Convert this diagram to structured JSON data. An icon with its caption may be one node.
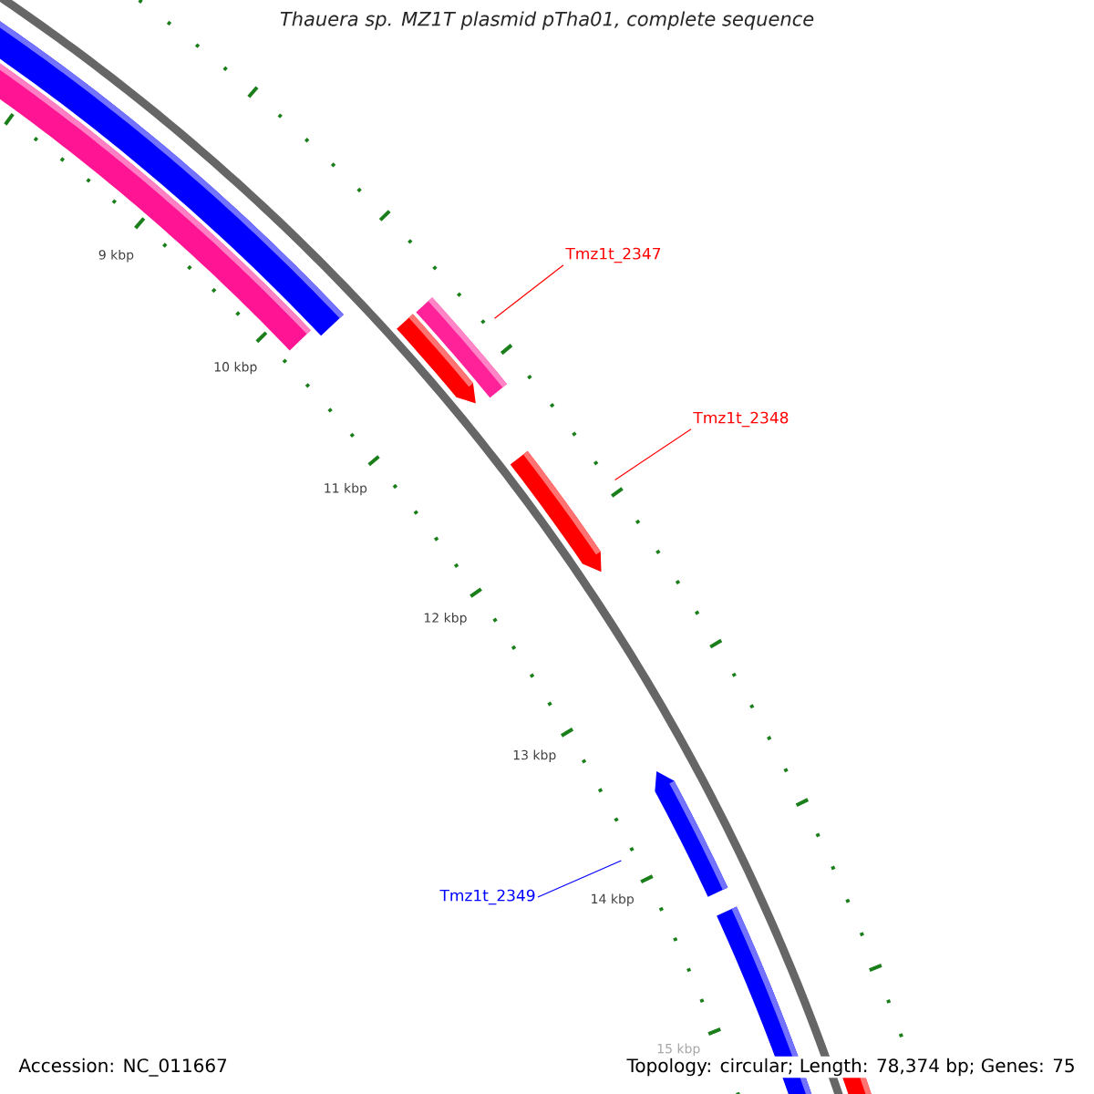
{
  "diagram": {
    "title": "Thauera sp. MZ1T plasmid pTha01, complete sequence",
    "nodes": [
      {
        "text": [
          "Tmz1t_2347"
        ]
      },
      {
        "text": [
          "Tmz1t_2348"
        ]
      },
      {
        "text": [
          "Tmz1t_2349"
        ]
      }
    ],
    "edges": [
      {
        "from": 0,
        "to": null,
        "arrow": "none",
        "color": "#ff0000"
      },
      {
        "from": 1,
        "to": null,
        "arrow": "none",
        "color": "#ff0000"
      },
      {
        "from": 2,
        "to": null,
        "arrow": "none",
        "color": "#0000ff"
      }
    ],
    "labels": [
      "9 kbp",
      "10 kbp",
      "11 kbp",
      "12 kbp",
      "13 kbp",
      "14 kbp",
      "15 kbp",
      "Accession: NC_011667",
      "Topology: circular; Length: 78,374 bp; Genes: 75"
    ]
  }
}
